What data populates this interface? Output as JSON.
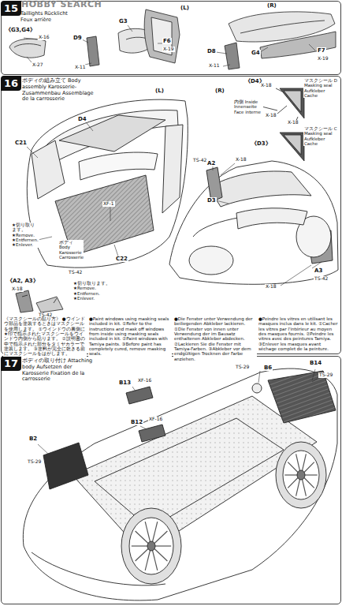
{
  "diagram": {
    "nodes": [
      {
        "text": [
          "15",
          "Taillights Rücklicht Feux arrière"
        ]
      },
      {
        "text": [
          "16",
          "ボディの組み立て Body assembly Karosserie-Zusammenbau Assemblage de la carrosserie"
        ]
      },
      {
        "text": [
          "17",
          "ボディの取り付け Attaching body Aufsetzen der Karosserie Fixation de la carrosserie"
        ]
      }
    ],
    "labels": [
      "HOBBY SEARCH",
      "《G3,G4》",
      "X-16",
      "X-27",
      "D9",
      "X-11",
      "G3",
      "(L)",
      "F6",
      "X-19",
      "(R)",
      "D8",
      "X-11",
      "G4",
      "F7",
      "X-19",
      "(L)",
      "(R)",
      "《D4》",
      "マスクシール D Masking seal Aufkleber Cache",
      "X-18",
      "内側 Inside Innenseite Face interne",
      "X-18",
      "X-18",
      "《D3》",
      "マスクシール C Masking seal Aufkleber Cache",
      "D4",
      "C21",
      "XF-1",
      "★切り取ります。 ★Remove. ★Entfernen. ★Enlever.",
      "ボディ Body Karosserie Carrosserie",
      "C22",
      "TS-42",
      "TS-42",
      "A2",
      "X-18",
      "D3",
      "A3",
      "TS-42",
      "X-18",
      "《A2, A3》",
      "X-18",
      "TS-42",
      "★切り取ります。 ★Remove. ★Entfernen. ★Enlever.",
      "《マスクシールの貼り方》 ●ウインドウ部品を塗装するときはマスクシールを使用します。 ①ウインドウの裏側に★印で指示されたマスクシールをウインドウ内側から貼ります。 ②説明書の中で指示された部分をタミヤカラーで塗装します。 ③塗料が完全に乾きる前にマスクシールをはがします。",
      "●Paint windows using masking seals included in kit. ①Refer to the instructions and mask off windows from inside using masking seals included in kit. ②Paint windows with Tamiya paints. ③Before paint has completely cured, remove masking seals.",
      "●Die Fenster unter Verwendung der beiliegenden Abkleber lackieren. ①Die Fenster von innen unter Verwendung der im Bausatz enthaltenen Abkleber abdecken. ②Lackieren Sie die Fenster mit Tamiya-Farben. ③Abkleber vor dem endgültigen Trocknen der Farbe anziehen.",
      "●Peindre les vitres en utilisant les masques inclus dans le kit. ①Cacher les vitres par l'intérieur au moyen des masques fournis. ②Peindre les vitres avec des peintures Tamiya. ③Enlever les masques avant séchage complet de la peinture.",
      "B14",
      "TS-29",
      "TS-29",
      "B6",
      "B13",
      "XF-16",
      "B12",
      "XF-16",
      "B2",
      "TS-29"
    ]
  }
}
